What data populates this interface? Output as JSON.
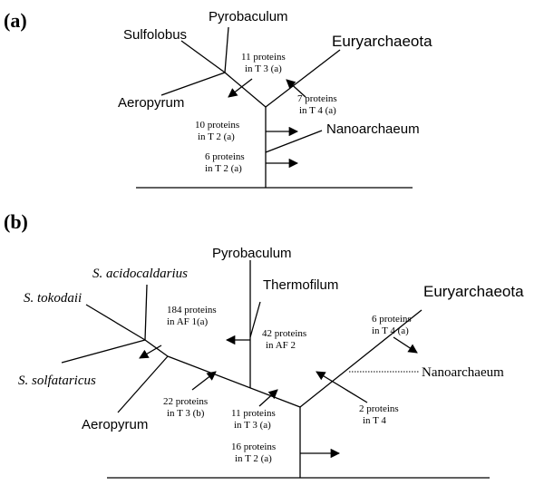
{
  "panel_a": {
    "label": "(a)",
    "taxa": {
      "pyrobaculum": "Pyrobaculum",
      "sulfolobus": "Sulfolobus",
      "euryarchaeota": "Euryarchaeota",
      "aeropyrum": "Aeropyrum",
      "nanoarchaeum": "Nanoarchaeum"
    },
    "notes": [
      {
        "line1": "11 proteins",
        "line2": "in T 3 (a)"
      },
      {
        "line1": "7 proteins",
        "line2": "in T 4 (a)"
      },
      {
        "line1": "10 proteins",
        "line2": "in T 2 (a)"
      },
      {
        "line1": "6 proteins",
        "line2": "in T 2 (a)"
      }
    ]
  },
  "panel_b": {
    "label": "(b)",
    "taxa": {
      "pyrobaculum": "Pyrobaculum",
      "s_acidocaldarius": "S. acidocaldarius",
      "thermofilum": "Thermofilum",
      "euryarchaeota": "Euryarchaeota",
      "s_tokodaii": "S. tokodaii",
      "s_solfataricus": "S. solfataricus",
      "aeropyrum": "Aeropyrum",
      "nanoarchaeum": "Nanoarchaeum"
    },
    "notes": [
      {
        "line1": "184 proteins",
        "line2": "in AF 1(a)"
      },
      {
        "line1": "42 proteins",
        "line2": "in AF 2"
      },
      {
        "line1": "6 proteins",
        "line2": "in T 4 (a)"
      },
      {
        "line1": "22 proteins",
        "line2": "in T 3 (b)"
      },
      {
        "line1": "11 proteins",
        "line2": "in T 3 (a)"
      },
      {
        "line1": "2 proteins",
        "line2": "in T 4"
      },
      {
        "line1": "16 proteins",
        "line2": "in T 2 (a)"
      }
    ]
  }
}
